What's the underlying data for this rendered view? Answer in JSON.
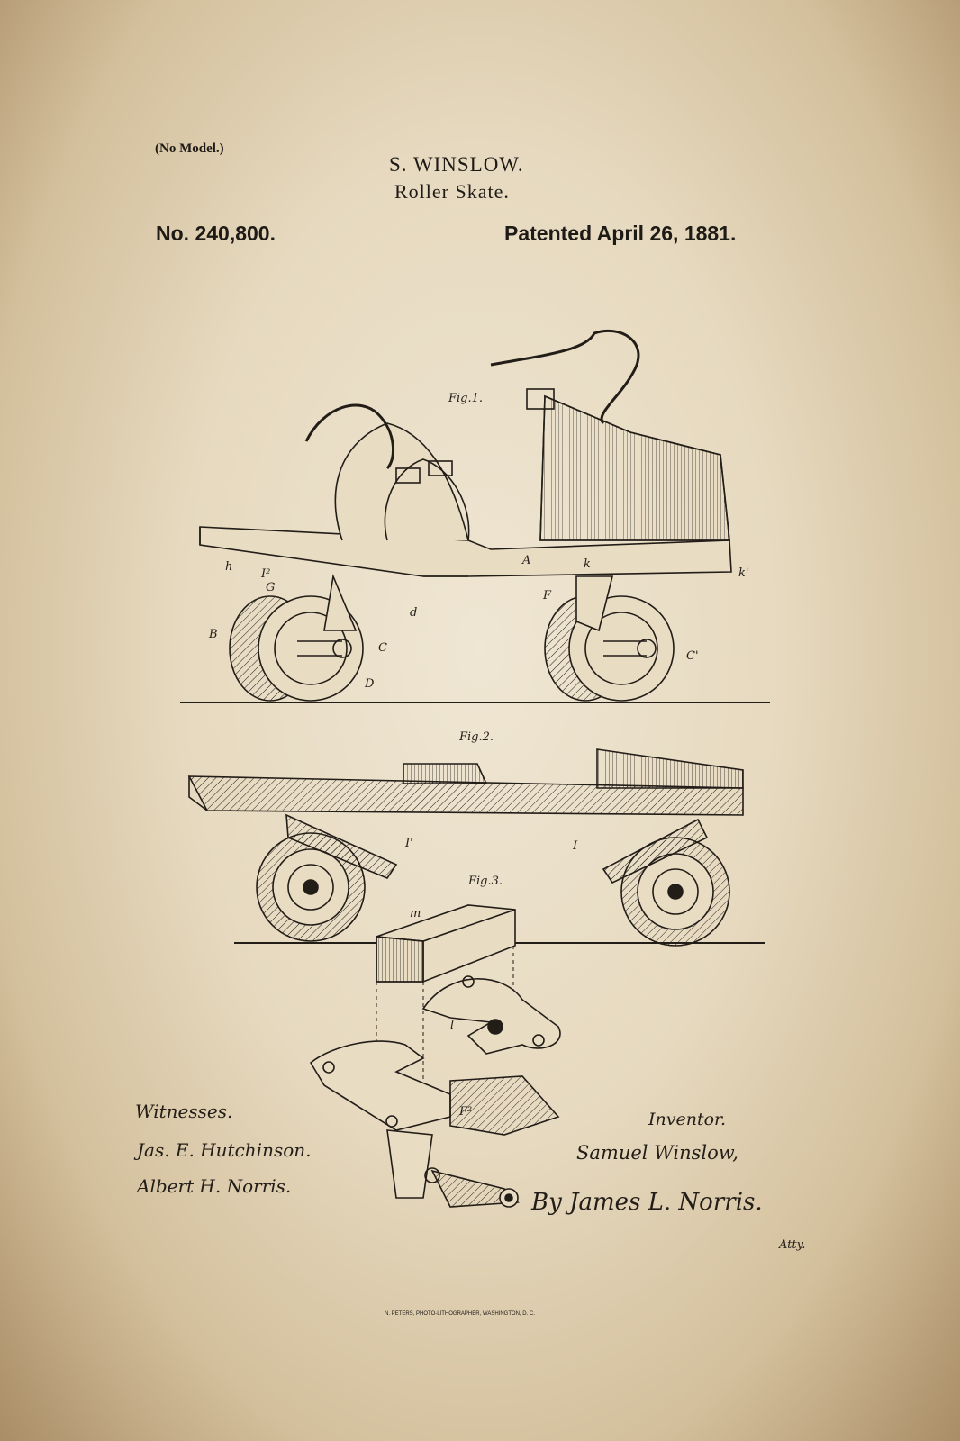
{
  "header": {
    "model_note": "(No Model.)",
    "inventor_name": "S. WINSLOW.",
    "invention_title": "Roller Skate.",
    "patent_number": "No. 240,800.",
    "patent_date": "Patented April 26, 1881."
  },
  "figures": {
    "fig1": "Fig.1.",
    "fig2": "Fig.2.",
    "fig3": "Fig.3."
  },
  "part_labels": [
    "h",
    "I²",
    "G",
    "A",
    "k",
    "k'",
    "F",
    "d",
    "B",
    "C",
    "D",
    "C'",
    "I'",
    "I",
    "m",
    "l",
    "F²"
  ],
  "signatures": {
    "witnesses_heading": "Witnesses.",
    "witness_1": "Jas. E. Hutchinson.",
    "witness_2": "Albert H. Norris.",
    "inventor_heading": "Inventor.",
    "inventor": "Samuel Winslow,",
    "attorney": "By James L. Norris.",
    "attorney_suffix": "Atty."
  },
  "footer": {
    "printer": "N. PETERS, PHOTO-LITHOGRAPHER, WASHINGTON, D. C."
  },
  "colors": {
    "paper": "#e6d9bf",
    "ink": "#1e1a16"
  }
}
